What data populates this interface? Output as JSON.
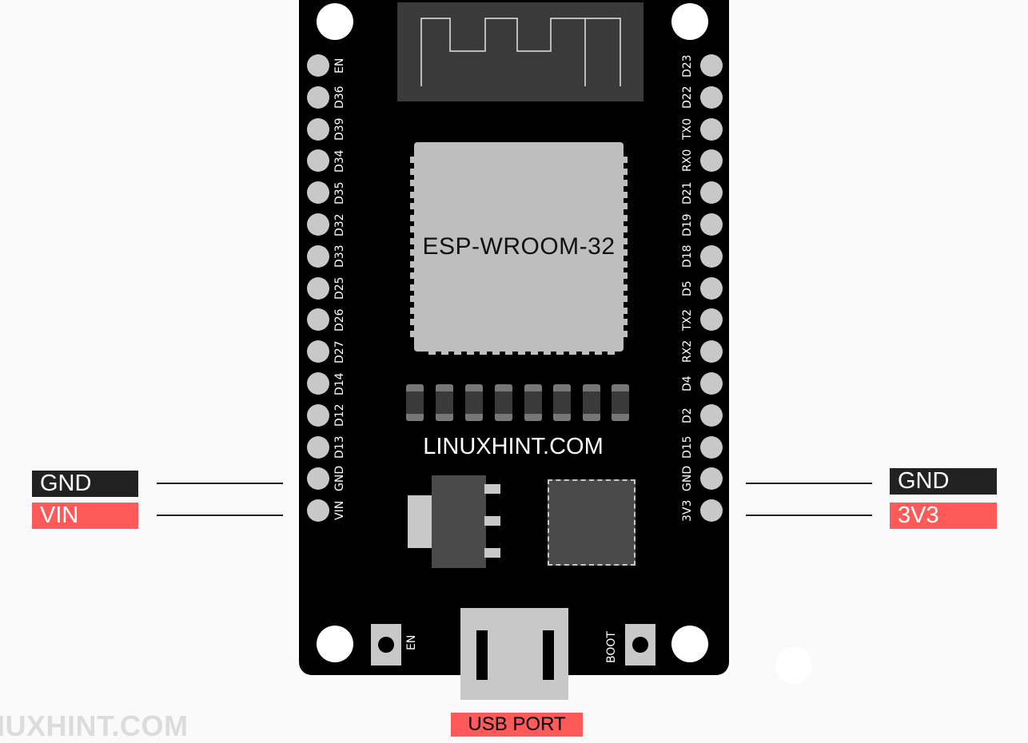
{
  "module_label": "ESP-WROOM-32",
  "board_text": "LINUXHINT.COM",
  "watermark": "NUXHINT.COM",
  "usb_label": "USB PORT",
  "left_pins": [
    "EN",
    "D36",
    "D39",
    "D34",
    "D35",
    "D32",
    "D33",
    "D25",
    "D26",
    "D27",
    "D14",
    "D12",
    "D13",
    "GND",
    "VIN"
  ],
  "right_pins": [
    "D23",
    "D22",
    "TX0",
    "RX0",
    "D21",
    "D19",
    "D18",
    "D5",
    "TX2",
    "RX2",
    "D4",
    "D2",
    "D15",
    "GND",
    "3V3"
  ],
  "buttons": {
    "en": "EN",
    "boot": "BOOT"
  },
  "callouts": {
    "left_gnd": "GND",
    "left_vin": "VIN",
    "right_gnd": "GND",
    "right_3v3": "3V3"
  },
  "colors": {
    "board": "#000000",
    "power": "#ff5a5a",
    "ground": "#222222",
    "pin": "#c8c8c8"
  }
}
